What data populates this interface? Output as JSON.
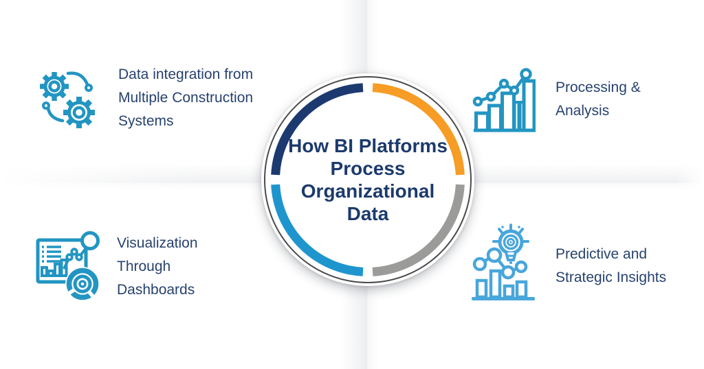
{
  "center": {
    "title_lines": [
      "How BI Platforms",
      "Process",
      "Organizational",
      "Data"
    ]
  },
  "quadrants": {
    "top_left": {
      "icon": "gears-sync-icon",
      "label_lines": [
        "Data integration from",
        "Multiple Construction",
        "Systems"
      ]
    },
    "top_right": {
      "icon": "growth-bar-chart-icon",
      "label_lines": [
        "Processing &",
        "Analysis"
      ]
    },
    "bottom_left": {
      "icon": "dashboard-icon",
      "label_lines": [
        "Visualization",
        "Through",
        "Dashboards"
      ]
    },
    "bottom_right": {
      "icon": "insight-bulb-chart-icon",
      "label_lines": [
        "Predictive and",
        "Strategic Insights"
      ]
    }
  },
  "ring_segments": [
    {
      "position": "top-left",
      "color": "#1C3A70"
    },
    {
      "position": "top-right",
      "color": "#F79C24"
    },
    {
      "position": "bottom-right",
      "color": "#9B9B9A"
    },
    {
      "position": "bottom-left",
      "color": "#1F95CE"
    }
  ],
  "colors": {
    "ring_navy": "#1C3A70",
    "ring_orange": "#F79C24",
    "ring_gray": "#9B9B9A",
    "ring_cyan": "#1F95CE",
    "ring_outline": "#4A4A4A",
    "icon_teal": "#2295C2",
    "icon_light_blue": "#48A6DB",
    "text_navy": "#27426F",
    "title_navy": "#1C3A6C",
    "background": "#FFFFFF"
  }
}
